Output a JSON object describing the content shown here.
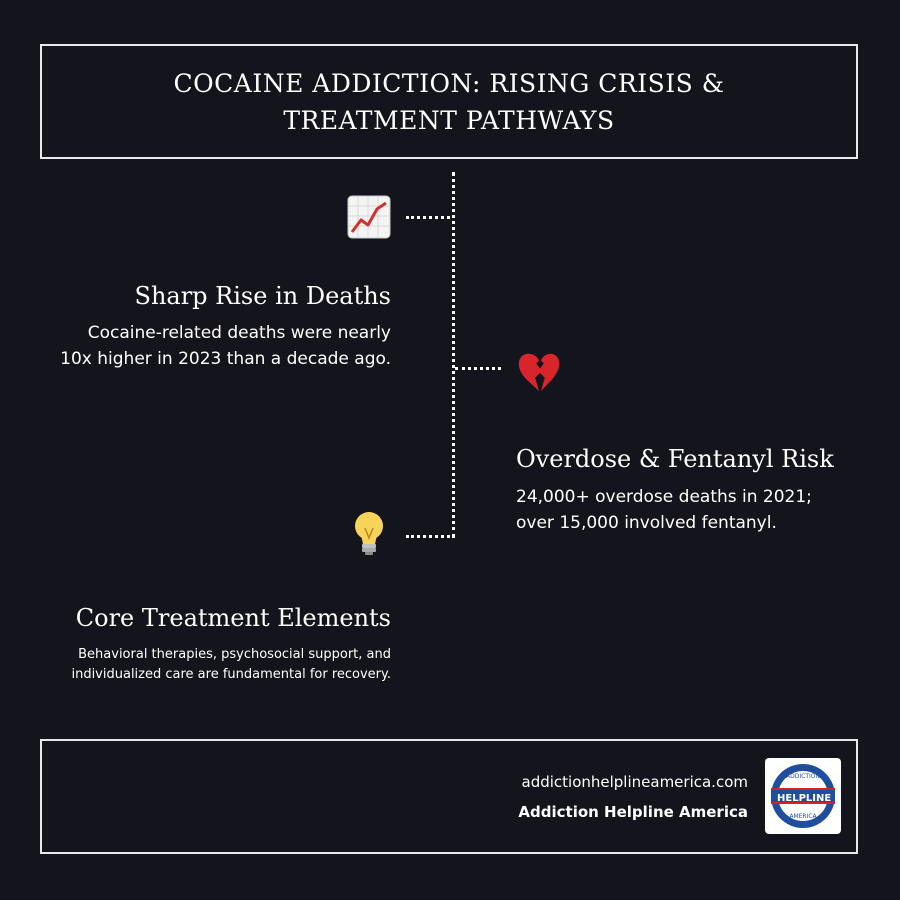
{
  "title": "COCAINE ADDICTION: RISING CRISIS & TREATMENT PATHWAYS",
  "timeline": {
    "items": [
      {
        "icon": "chart-increasing-icon",
        "heading": "Sharp Rise in Deaths",
        "text_lines": [
          "Cocaine-related deaths were nearly",
          "10x higher in 2023 than a decade ago."
        ]
      },
      {
        "icon": "broken-heart-icon",
        "heading": "Overdose & Fentanyl Risk",
        "text_lines": [
          "24,000+ overdose deaths in 2021;",
          "over 15,000 involved fentanyl."
        ]
      },
      {
        "icon": "light-bulb-icon",
        "heading": "Core Treatment Elements",
        "text_lines": [
          "Behavioral therapies, psychosocial support, and",
          "individualized care are fundamental for recovery."
        ]
      }
    ]
  },
  "footer": {
    "url": "addictionhelplineamerica.com",
    "org": "Addiction Helpline America",
    "logo_text": {
      "top": "ADDICTION",
      "middle": "HELPLINE",
      "bottom": "AMERICA"
    }
  },
  "colors": {
    "background": "#14141c",
    "text": "#ffffff",
    "border": "#e8e8e8",
    "logo_blue": "#1f4e9c",
    "logo_red": "#d2232a"
  }
}
